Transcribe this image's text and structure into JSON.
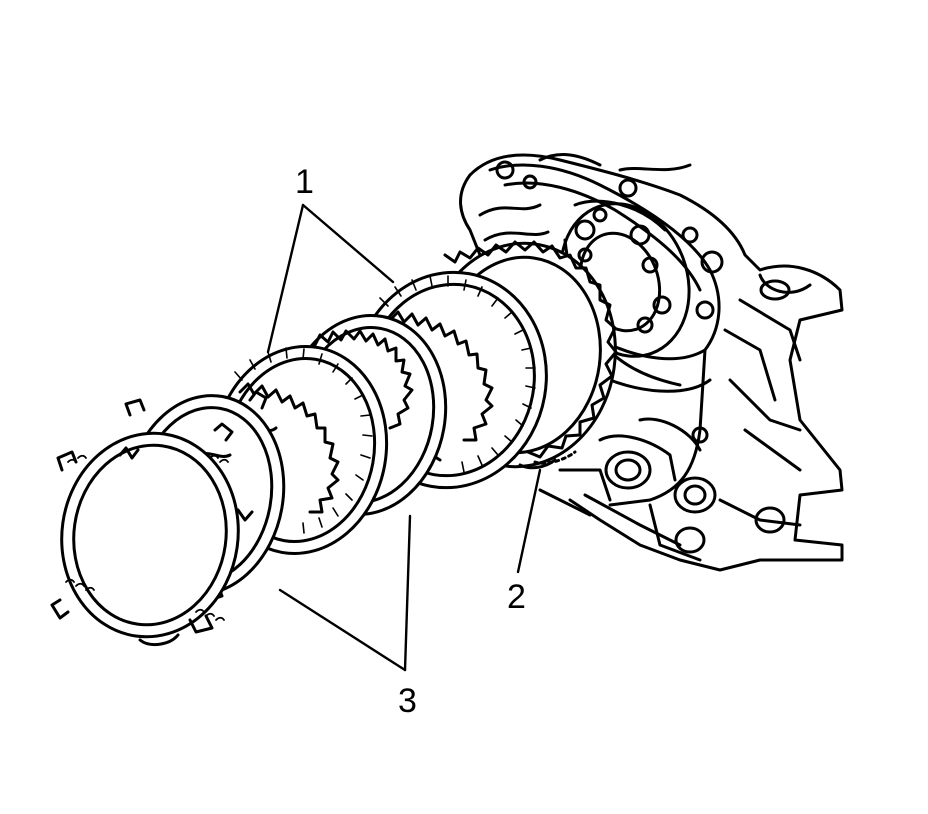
{
  "colors": {
    "ink": "#000000",
    "paper": "#ffffff"
  },
  "callouts": {
    "c1": "1",
    "c2": "2",
    "c3": "3"
  },
  "components": [
    "transmission-case",
    "steel-clutch-plate",
    "fiber-clutch-plate",
    "backing-plate"
  ]
}
